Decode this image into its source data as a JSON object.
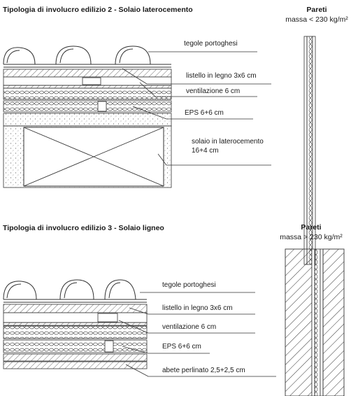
{
  "section1": {
    "title": "Tipologia di involucro edilizio 2 - Solaio laterocemento",
    "walls_title": "Pareti",
    "walls_mass": "massa < 230 kg/m²",
    "layers": [
      "tegole portoghesi",
      "listello in legno 3x6 cm",
      "ventilazione 6 cm",
      "EPS 6+6 cm",
      "solaio in laterocemento",
      "16+4 cm"
    ]
  },
  "section2": {
    "title": "Tipologia di involucro edilizio 3 - Solaio ligneo",
    "walls_title": "Pareti",
    "walls_mass": "massa > 230 kg/m²",
    "layers": [
      "tegole portoghesi",
      "listello in legno 3x6 cm",
      "ventilazione 6 cm",
      "EPS 6+6 cm",
      "abete perlinato 2,5+2,5 cm"
    ]
  }
}
